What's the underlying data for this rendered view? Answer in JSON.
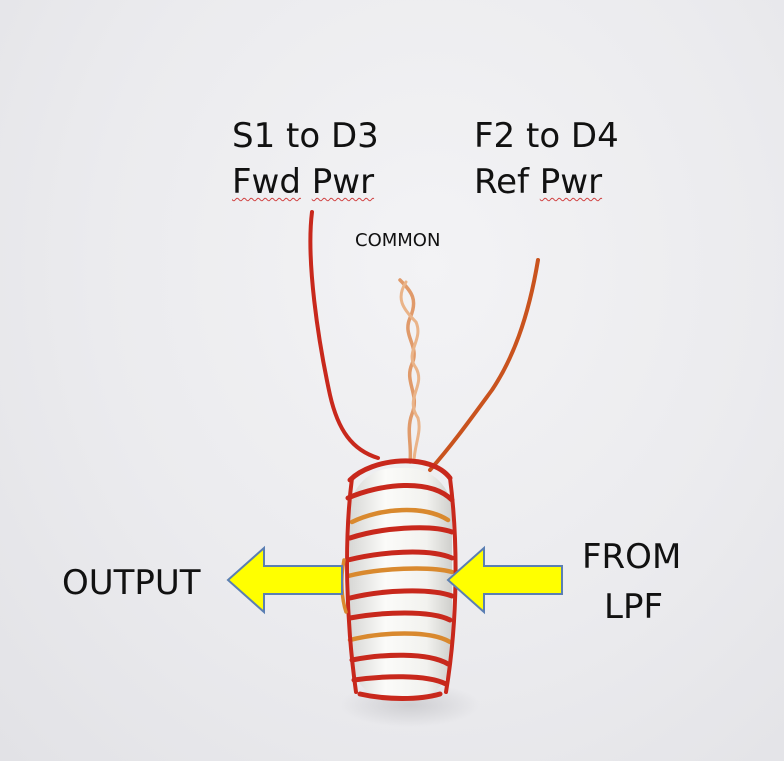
{
  "labels": {
    "left_top_line1": "S1 to D3",
    "left_top_line2_word1": "Fwd",
    "left_top_line2_word2": "Pwr",
    "right_top_line1": "F2 to D4",
    "right_top_line2_word1": "Ref",
    "right_top_line2_word2": "Pwr",
    "common": "COMMON",
    "output": "OUTPUT",
    "from_line1": "FROM",
    "from_line2": "LPF"
  },
  "colors": {
    "arrow_fill": "#ffff00",
    "arrow_stroke": "#5b7fb3",
    "wire_red": "#c8281c",
    "wire_copper": "#d9892e",
    "core_white": "#f7f7f4"
  }
}
